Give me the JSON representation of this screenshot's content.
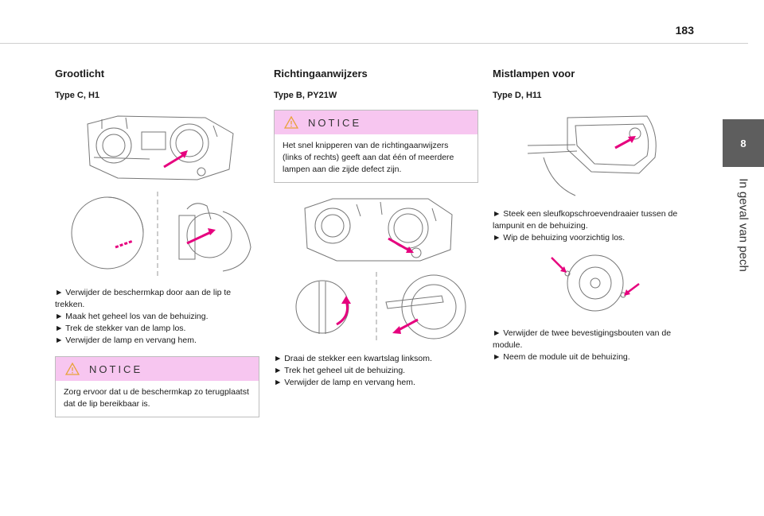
{
  "page": {
    "number": "183"
  },
  "sidebar": {
    "chapter_number": "8",
    "chapter_title": "In geval van pech"
  },
  "grootlicht": {
    "heading": "Grootlicht",
    "type": "Type C, H1",
    "steps": [
      "► Verwijder de beschermkap door aan de lip te trekken.",
      "► Maak het geheel los van de behuizing.",
      "► Trek de stekker van de lamp los.",
      "► Verwijder de lamp en vervang hem."
    ],
    "notice": {
      "title": "NOTICE",
      "text": "Zorg ervoor dat u de beschermkap zo terugplaatst dat de lip bereikbaar is."
    }
  },
  "richtingaanwijzers": {
    "heading": "Richtingaanwijzers",
    "type": "Type B, PY21W",
    "notice": {
      "title": "NOTICE",
      "text": "Het snel knipperen van de richtingaanwijzers (links of rechts) geeft aan dat één of meerdere lampen aan die zijde defect zijn."
    },
    "steps": [
      "► Draai de stekker een kwartslag linksom.",
      "► Trek het geheel uit de behuizing.",
      "► Verwijder de lamp en vervang hem."
    ]
  },
  "mistlampen": {
    "heading": "Mistlampen voor",
    "type": "Type D, H11",
    "steps_a": [
      "► Steek een sleufkopschroevendraaier tussen de lampunit en de behuizing.",
      "► Wip de behuizing voorzichtig los."
    ],
    "steps_b": [
      "► Verwijder de twee bevestigingsbouten van de module.",
      "► Neem de module uit de behuizing."
    ]
  },
  "colors": {
    "accent_pink": "#e6007e",
    "notice_bg": "#f7c6f0",
    "tab_grey": "#5e5e5e"
  },
  "icons": [
    "warning-triangle-icon"
  ]
}
